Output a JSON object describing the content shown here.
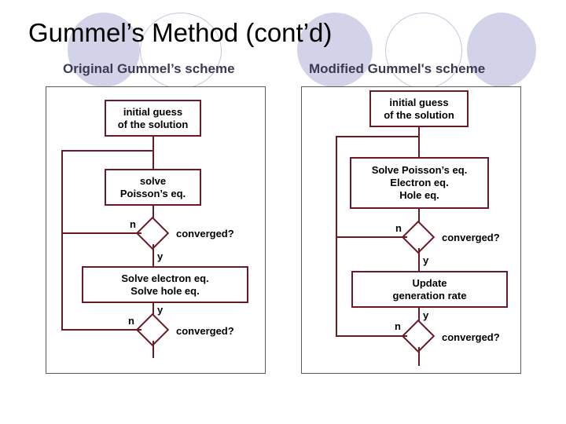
{
  "slide": {
    "title": "Gummel’s Method (cont’d)",
    "background_color": "#ffffff",
    "accent_color": "#6b1b28",
    "decoration_fill_color": "#d2d2e8",
    "decoration_outline_color": "#c6c6de",
    "frame_color": "#5a5a5a"
  },
  "decorations": [
    {
      "name": "circle-1",
      "style": "filled"
    },
    {
      "name": "circle-2",
      "style": "outline"
    },
    {
      "name": "circle-3",
      "style": "filled"
    },
    {
      "name": "circle-4",
      "style": "outline"
    },
    {
      "name": "circle-5",
      "style": "filled"
    }
  ],
  "panels": [
    {
      "id": "original",
      "heading": "Original Gummel’s scheme",
      "nodes": [
        {
          "name": "initial-guess",
          "lines": [
            "initial guess",
            "of the solution"
          ]
        },
        {
          "name": "solve-poisson",
          "lines": [
            "solve",
            "Poisson’s eq."
          ]
        },
        {
          "name": "solve-carriers",
          "lines": [
            "Solve electron eq.",
            "Solve hole eq."
          ]
        }
      ],
      "decisions": [
        {
          "name": "converged-1",
          "label": "converged?",
          "no_label": "n",
          "yes_label": "y"
        },
        {
          "name": "converged-2",
          "label": "converged?",
          "no_label": "n",
          "yes_label": "y"
        }
      ]
    },
    {
      "id": "modified",
      "heading": "Modified Gummel's scheme",
      "nodes": [
        {
          "name": "initial-guess",
          "lines": [
            "initial guess",
            "of the solution"
          ]
        },
        {
          "name": "solve-coupled",
          "lines": [
            "Solve Poisson’s eq.",
            "Electron eq.",
            "Hole eq."
          ]
        },
        {
          "name": "update-generation",
          "lines": [
            "Update",
            "generation rate"
          ]
        }
      ],
      "decisions": [
        {
          "name": "converged-1",
          "label": "converged?",
          "no_label": "n",
          "yes_label": "y"
        },
        {
          "name": "converged-2",
          "label": "converged?",
          "no_label": "n",
          "yes_label": "y"
        }
      ]
    }
  ]
}
